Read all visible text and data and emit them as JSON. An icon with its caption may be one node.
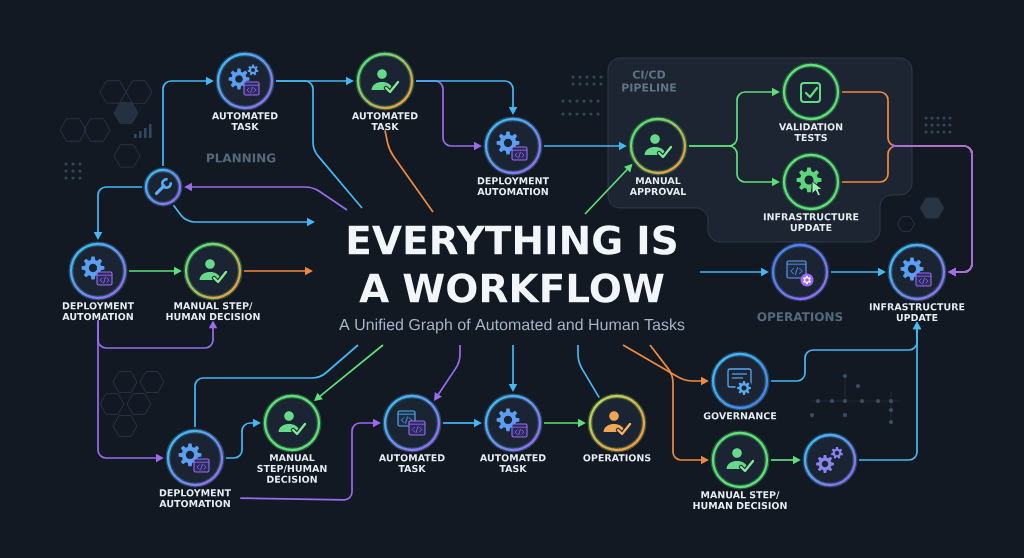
{
  "diagram": {
    "title": "EVERYTHING IS A WORKFLOW",
    "nodes": [
      {
        "text": [
          "AUTOMATED TASK"
        ]
      },
      {
        "text": [
          "AUTOMATED TASK"
        ]
      },
      {
        "text": [
          "DEPLOYMENT AUTOMATION"
        ]
      },
      {
        "text": [
          "CI/CD PIPELINE"
        ]
      },
      {
        "text": [
          "MANUAL APPROVAL"
        ],
        "in": 3
      },
      {
        "text": [
          "VALIDATION TESTS"
        ],
        "in": 3
      },
      {
        "text": [
          "INFRASTRUCTURE UPDATE"
        ],
        "in": 3
      },
      {
        "text": [],
        "shape": "circle"
      },
      {
        "text": [
          "DEPLOYMENT AUTOMATION"
        ]
      },
      {
        "text": [
          "MANUAL STEP/ HUMAN DECISION"
        ]
      },
      {
        "text": [
          "OPERATIONS"
        ]
      },
      {
        "text": [
          "INFRASTRUCTURE UPDATE"
        ]
      },
      {
        "text": [
          "GOVERNANCE"
        ]
      },
      {
        "text": [
          "MANUAL STEP/HUMAN DECISION"
        ]
      },
      {
        "text": [
          "AUTOMATED TASK"
        ]
      },
      {
        "text": [
          "AUTOMATED TASK"
        ]
      },
      {
        "text": [
          "OPERATIONS"
        ]
      },
      {
        "text": [
          "MANUAL STEP/ HUMAN DECISION"
        ]
      },
      {
        "text": [],
        "shape": "circle"
      },
      {
        "text": [
          "DEPLOYMENT AUTOMATION"
        ]
      }
    ],
    "edges": [
      {
        "from": 7,
        "to": 0,
        "arrow": "to"
      },
      {
        "from": 0,
        "to": 1,
        "arrow": "to"
      },
      {
        "from": 0,
        "to": null,
        "arrow": "none"
      },
      {
        "from": 1,
        "to": 2,
        "arrow": "to",
        "color": "#9b6cf0"
      },
      {
        "from": 1,
        "to": 2,
        "arrow": "to"
      },
      {
        "from": 1,
        "to": null,
        "arrow": "none",
        "color": "#f08a3e"
      },
      {
        "from": 2,
        "to": 4,
        "arrow": "to"
      },
      {
        "from": null,
        "to": 4,
        "arrow": "to",
        "color": "#5ee07a"
      },
      {
        "from": 4,
        "to": 5,
        "arrow": "to",
        "color": "#5ee07a"
      },
      {
        "from": 4,
        "to": 6,
        "arrow": "to",
        "color": "#5ee07a"
      },
      {
        "from": 5,
        "to": 11,
        "arrow": "to",
        "color": "#f08a3e"
      },
      {
        "from": 6,
        "to": 11,
        "arrow": "to",
        "color": "#f08a3e"
      },
      {
        "from": null,
        "to": 7,
        "arrow": "to",
        "color": "#9b6cf0"
      },
      {
        "from": 7,
        "to": null,
        "arrow": "to"
      },
      {
        "from": 7,
        "to": 8,
        "arrow": "to"
      },
      {
        "from": 8,
        "to": 9,
        "arrow": "to",
        "color": "#5ee07a"
      },
      {
        "from": 9,
        "to": null,
        "arrow": "to",
        "color": "#f08a3e"
      },
      {
        "from": 8,
        "to": 9,
        "arrow": "to",
        "color": "#9b6cf0"
      },
      {
        "from": 8,
        "to": 19,
        "arrow": "to",
        "color": "#9b6cf0"
      },
      {
        "from": 19,
        "to": null,
        "arrow": "none"
      },
      {
        "from": 19,
        "to": 13,
        "arrow": "to"
      },
      {
        "from": null,
        "to": 13,
        "arrow": "to",
        "color": "#5ee07a"
      },
      {
        "from": 19,
        "to": 14,
        "arrow": "to",
        "color": "#9b6cf0"
      },
      {
        "from": null,
        "to": 14,
        "arrow": "to",
        "color": "#9b6cf0"
      },
      {
        "from": 14,
        "to": 15,
        "arrow": "to"
      },
      {
        "from": null,
        "to": 15,
        "arrow": "to"
      },
      {
        "from": 15,
        "to": 16,
        "arrow": "to",
        "color": "#5ee07a"
      },
      {
        "from": null,
        "to": 16,
        "arrow": "none"
      },
      {
        "from": null,
        "to": 10,
        "arrow": "to"
      },
      {
        "from": 10,
        "to": 11,
        "arrow": "to"
      },
      {
        "from": null,
        "to": 12,
        "arrow": "to",
        "color": "#f08a3e"
      },
      {
        "from": null,
        "to": 17,
        "arrow": "to",
        "color": "#f08a3e"
      },
      {
        "from": 12,
        "to": 11,
        "arrow": "to"
      },
      {
        "from": 17,
        "to": 18,
        "arrow": "to",
        "color": "#5ee07a"
      },
      {
        "from": 18,
        "to": 11,
        "arrow": "to"
      }
    ],
    "labels": [
      "PLANNING",
      "A Unified Graph of Automated and Human Tasks"
    ]
  }
}
